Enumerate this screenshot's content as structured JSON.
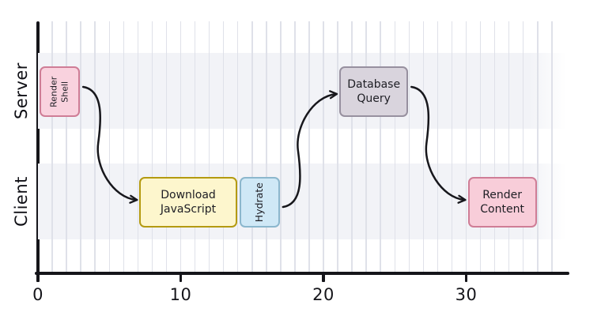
{
  "chart_data": {
    "type": "gantt",
    "title": "",
    "x_axis": {
      "label": "",
      "ticks": [
        0,
        10,
        20,
        30
      ],
      "tick_labels": [
        "0",
        "10",
        "20",
        "30"
      ],
      "range": [
        0,
        37
      ],
      "minor_grid_interval": 1,
      "grid": true
    },
    "rows": [
      {
        "id": "server",
        "label": "Server"
      },
      {
        "id": "client",
        "label": "Client"
      }
    ],
    "tasks": [
      {
        "id": "render-shell",
        "row": "server",
        "label_lines": [
          "Render",
          "Shell"
        ],
        "start": 0,
        "end": 3,
        "orientation": "vertical",
        "fill": "#f9d2de",
        "border": "#cf7d96"
      },
      {
        "id": "download-javascript",
        "row": "client",
        "label_lines": [
          "Download",
          "JavaScript"
        ],
        "start": 7,
        "end": 14,
        "orientation": "horizontal",
        "fill": "#fdf6cd",
        "border": "#b49a10"
      },
      {
        "id": "hydrate",
        "row": "client",
        "label_lines": [
          "Hydrate"
        ],
        "start": 14,
        "end": 17,
        "orientation": "vertical",
        "fill": "#cfe8f6",
        "border": "#8cb7cd"
      },
      {
        "id": "database-query",
        "row": "server",
        "label_lines": [
          "Database",
          "Query"
        ],
        "start": 21,
        "end": 26,
        "orientation": "horizontal",
        "fill": "#d9d4dd",
        "border": "#97909f"
      },
      {
        "id": "render-content",
        "row": "client",
        "label_lines": [
          "Render",
          "Content"
        ],
        "start": 30,
        "end": 35,
        "orientation": "horizontal",
        "fill": "#f8cdd9",
        "border": "#cf7d96"
      }
    ],
    "arrows": [
      {
        "from": "render-shell",
        "to": "download-javascript"
      },
      {
        "from": "hydrate",
        "to": "database-query"
      },
      {
        "from": "database-query",
        "to": "render-content"
      }
    ],
    "style": {
      "band_color": "#f2f3f7",
      "grid_color": "#dfe1e9",
      "axis_color": "#15151a",
      "arrow_color": "#17171c"
    }
  }
}
